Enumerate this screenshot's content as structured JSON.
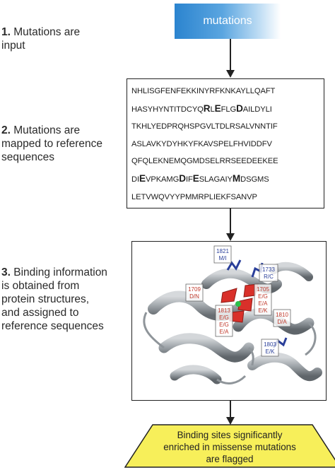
{
  "steps": [
    {
      "number": "1.",
      "text": " Mutations are\ninput"
    },
    {
      "number": "2.",
      "text": " Mutations are\nmapped to reference\nsequences"
    },
    {
      "number": "3.",
      "text": " Binding information\nis obtained from\nprotein structures,\nand assigned to\nreference sequences"
    }
  ],
  "input_box": {
    "label": "mutations"
  },
  "sequence_lines": [
    [
      {
        "t": "NHLISGFENFEKKINYRFKNKAYLLQAFT"
      }
    ],
    [
      {
        "t": "HASYHYNTITDCYQ"
      },
      {
        "t": "R",
        "b": true
      },
      {
        "t": "L"
      },
      {
        "t": "E",
        "b": true
      },
      {
        "t": "FLG"
      },
      {
        "t": "D",
        "b": true
      },
      {
        "t": "AILDYLI"
      }
    ],
    [
      {
        "t": "TKHLYEDPRQHSPGVLTDLRSALVNNTIF"
      }
    ],
    [
      {
        "t": "ASLAVKYDYHKYFKAVSPELFHVIDDFV"
      }
    ],
    [
      {
        "t": "QFQLEKNEMQGMDSELRRSEEDEEKEE"
      }
    ],
    [
      {
        "t": "DI"
      },
      {
        "t": "E",
        "b": true
      },
      {
        "t": "VPKAMG"
      },
      {
        "t": "D",
        "b": true
      },
      {
        "t": "IF"
      },
      {
        "t": "E",
        "b": true
      },
      {
        "t": "SLAGAIY"
      },
      {
        "t": "M",
        "b": true
      },
      {
        "t": "DSGMS"
      }
    ],
    [
      {
        "t": "LETVWQVYYPMMRPLIEKFSANVP"
      }
    ]
  ],
  "structure_labels": [
    {
      "id": "lbl-1821",
      "lines": [
        "1821",
        "M/I"
      ],
      "color": "#2a3f9a"
    },
    {
      "id": "lbl-1733",
      "lines": [
        "1733",
        "R/C"
      ],
      "color": "#2a3f9a"
    },
    {
      "id": "lbl-1709",
      "lines": [
        "1709",
        "D/N"
      ],
      "color": "#c0392b"
    },
    {
      "id": "lbl-1705",
      "lines": [
        "1705",
        "E/G",
        "E/A",
        "E/K"
      ],
      "color": "#c0392b"
    },
    {
      "id": "lbl-1813",
      "lines": [
        "1813",
        "E/G",
        "E/G",
        "E/A"
      ],
      "color": "#c0392b"
    },
    {
      "id": "lbl-1810",
      "lines": [
        "1810",
        "D/A"
      ],
      "color": "#c0392b"
    },
    {
      "id": "lbl-1803",
      "lines": [
        "1803",
        "E/K"
      ],
      "color": "#2a3f9a"
    }
  ],
  "output_box": {
    "text": "Binding sites significantly\nenriched in missense mutations\nare flagged"
  },
  "colors": {
    "input_gradient_start": "#2b84cf",
    "flag_fill": "#f7ef5a",
    "helix": "#9aa0a5",
    "site_red": "#d9302a",
    "site_blue": "#2a3f9a"
  }
}
